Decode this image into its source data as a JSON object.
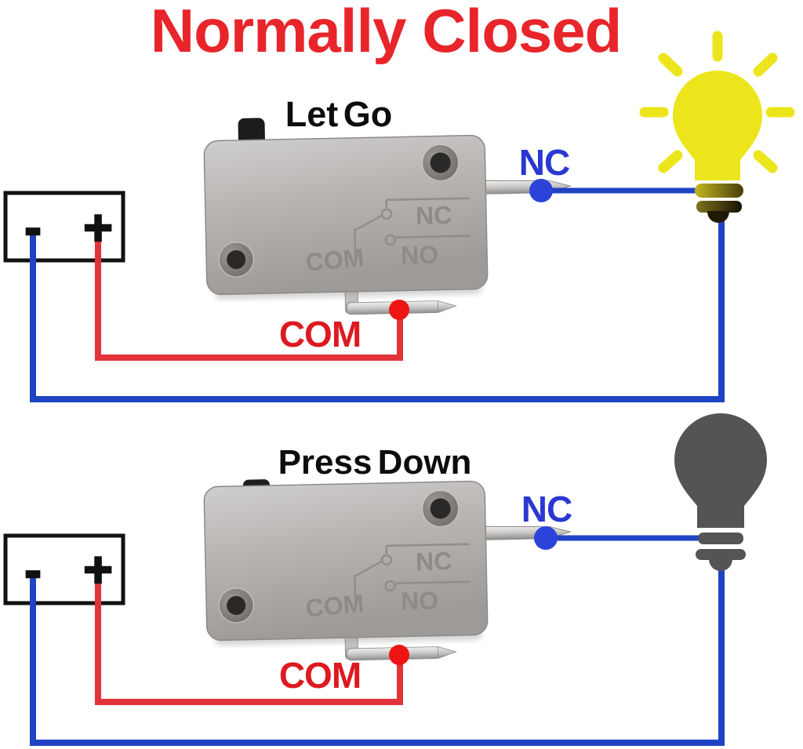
{
  "title": "Normally Closed",
  "palette": {
    "title_red": "#e8252a",
    "wire_red": "#e2333a",
    "wire_blue": "#2043c4",
    "terminal_dot_red": "#ee1414",
    "terminal_dot_blue": "#2c43da",
    "label_blue": "#2a38d2",
    "label_red": "#dd1a20",
    "bulb_on_yellow": "#ece51c",
    "bulb_off_gray": "#545355",
    "switch_body_gray": "#b4b1ae"
  },
  "scenes": [
    {
      "action_label": "Let Go",
      "nc_terminal_label": "NC",
      "com_terminal_label": "COM",
      "bulb_state": "on",
      "battery": {
        "minus_label": "-",
        "plus_label": "+"
      },
      "switch_markings": {
        "nc": "NC",
        "no": "NO",
        "com": "COM"
      }
    },
    {
      "action_label": "Press Down",
      "nc_terminal_label": "NC",
      "com_terminal_label": "COM",
      "bulb_state": "off",
      "battery": {
        "minus_label": "-",
        "plus_label": "+"
      },
      "switch_markings": {
        "nc": "NC",
        "no": "NO",
        "com": "COM"
      }
    }
  ]
}
